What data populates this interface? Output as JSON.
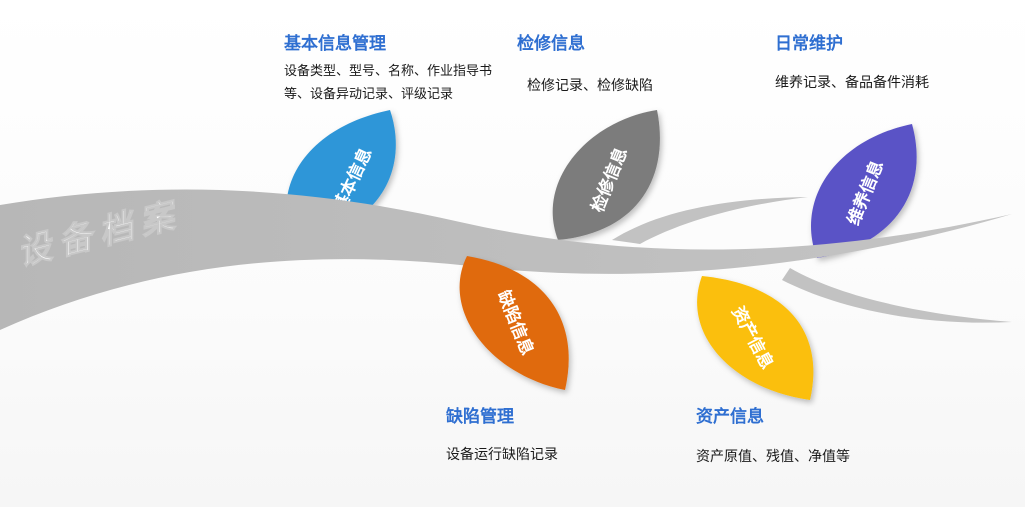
{
  "title": "设备档案",
  "branches": [
    {
      "leaf_label": "基本信息",
      "color": "#2e96d8",
      "heading": "基本信息管理",
      "description": "设备类型、型号、名称、作业指导书等、设备异动记录、评级记录"
    },
    {
      "leaf_label": "检修信息",
      "color": "#7b7b7b",
      "heading": "检修信息",
      "description": "检修记录、检修缺陷"
    },
    {
      "leaf_label": "缺陷信息",
      "color": "#e06b10",
      "heading": "缺陷管理",
      "description": "设备运行缺陷记录"
    },
    {
      "leaf_label": "资产信息",
      "color": "#fbbf08",
      "heading": "资产信息",
      "description": "资产原值、残值、净值等"
    },
    {
      "leaf_label": "维养信息",
      "color": "#5a52c6",
      "heading": "日常维护",
      "description": "维养记录、备品备件消耗"
    }
  ]
}
